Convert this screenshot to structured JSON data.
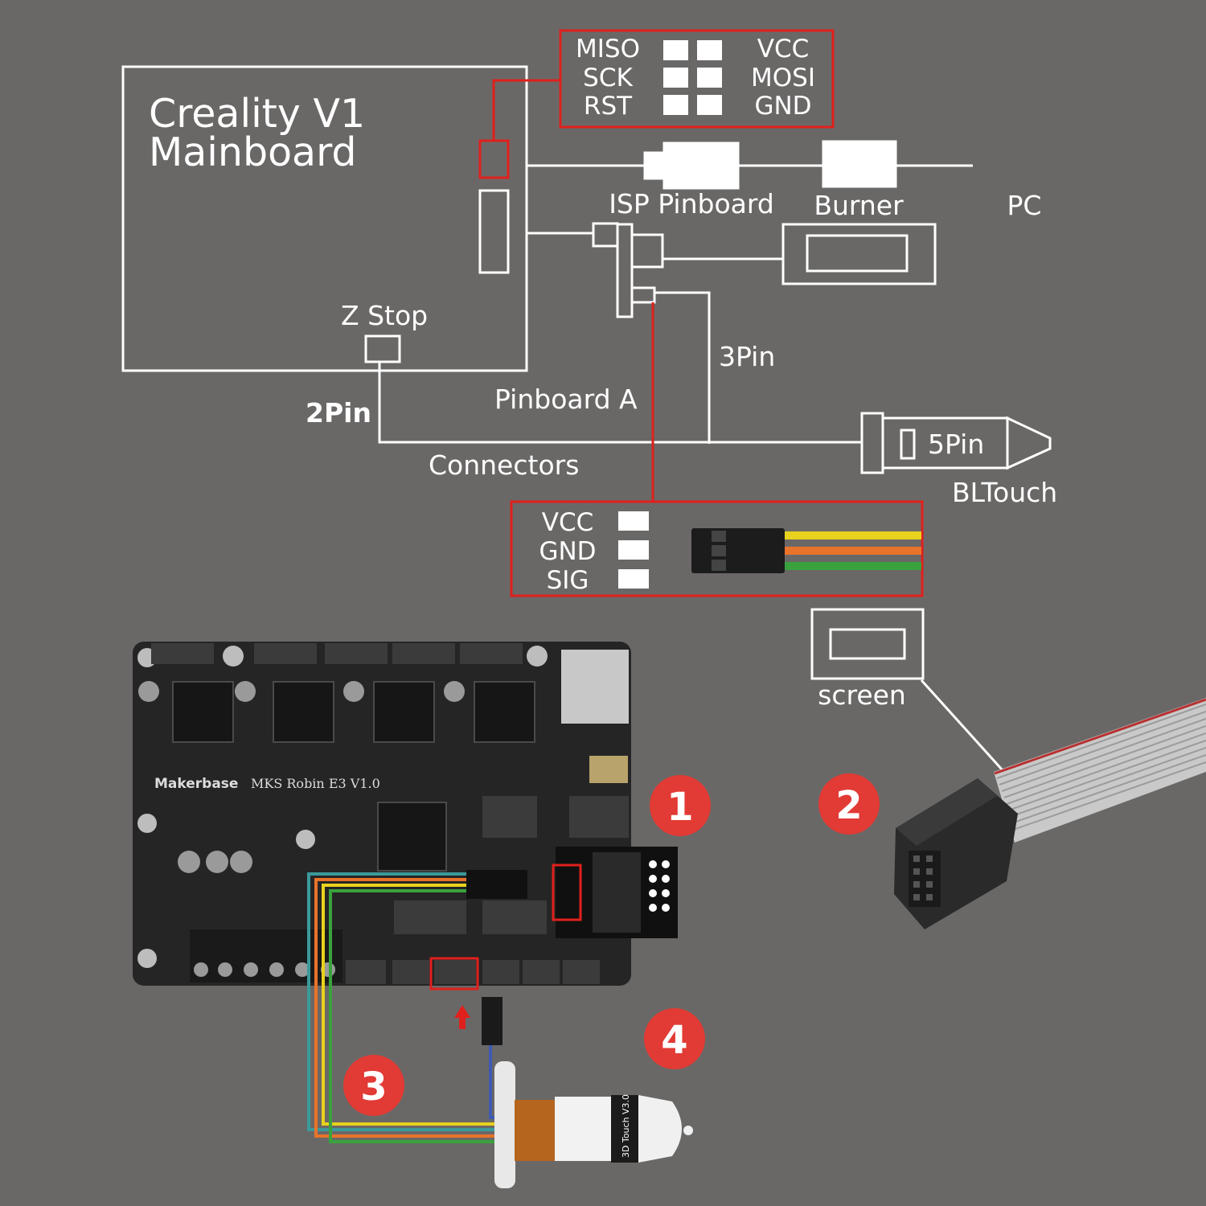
{
  "mainboard": {
    "title_line1": "Creality V1",
    "title_line2": "Mainboard",
    "zstop_label": "Z Stop"
  },
  "isp_header": {
    "left_pins": [
      "MISO",
      "SCK",
      "RST"
    ],
    "right_pins": [
      "VCC",
      "MOSI",
      "GND"
    ]
  },
  "chain": {
    "isp_pinboard": "ISP Pinboard",
    "burner": "Burner",
    "pc": "PC"
  },
  "wiring": {
    "pin3": "3Pin",
    "pin2": "2Pin",
    "pinboard_a": "Pinboard A",
    "connectors": "Connectors",
    "pin5": "5Pin",
    "bltouch": "BLTouch",
    "screen": "screen"
  },
  "bltouch_header": {
    "pins": [
      "VCC",
      "GND",
      "SIG"
    ]
  },
  "board_photo": {
    "brand": "Makerbase",
    "model": "MKS Robin E3 V1.0"
  },
  "probe_photo": {
    "model": "3D Touch V3.0"
  },
  "steps": [
    "1",
    "2",
    "3",
    "4"
  ],
  "colors": {
    "background": "#6a6867",
    "line": "#ffffff",
    "highlight": "#e0201c",
    "badge": "#e23a34",
    "wire_yellow": "#e8d21d",
    "wire_orange": "#e8732a",
    "wire_green": "#3aa23c",
    "wire_teal": "#3b9a9a",
    "wire_blue": "#3d5bb0"
  }
}
